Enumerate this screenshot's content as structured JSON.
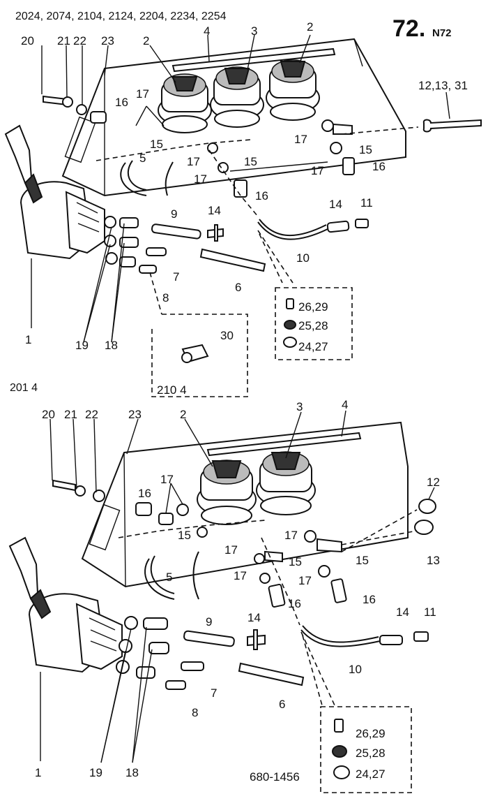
{
  "page": {
    "number": "72.",
    "suffix": "N72",
    "drawing_id": "680-1456"
  },
  "sections": {
    "top": {
      "models": "2024, 2074, 2104, 2124, 2204, 2234, 2254"
    },
    "bottom": {
      "models": "201 4"
    }
  },
  "inset": {
    "label_30": "30",
    "model": "210 4"
  },
  "callouts": {
    "top": {
      "c1": "1",
      "c2a": "2",
      "c2b": "2",
      "c3": "3",
      "c4": "4",
      "c5": "5",
      "c6": "6",
      "c7": "7",
      "c8": "8",
      "c9": "9",
      "c10": "10",
      "c11": "11",
      "c121331": "12,13, 31",
      "c14a": "14",
      "c14b": "14",
      "c15a": "15",
      "c15b": "15",
      "c15c": "15",
      "c16a": "16",
      "c16b": "16",
      "c16c": "16",
      "c17a": "17",
      "c17b": "17",
      "c17c": "17",
      "c17d": "17",
      "c17e": "17",
      "c18": "18",
      "c19": "19",
      "c20": "20",
      "c21": "21",
      "c22": "22",
      "c23": "23",
      "c2629": "26,29",
      "c2528": "25,28",
      "c2427": "24,27"
    },
    "bottom": {
      "c1": "1",
      "c2": "2",
      "c3": "3",
      "c4": "4",
      "c5": "5",
      "c6": "6",
      "c7": "7",
      "c8": "8",
      "c9": "9",
      "c10": "10",
      "c11": "11",
      "c12": "12",
      "c13": "13",
      "c14a": "14",
      "c14b": "14",
      "c15a": "15",
      "c15b": "15",
      "c15c": "15",
      "c16a": "16",
      "c16b": "16",
      "c16c": "16",
      "c17a": "17",
      "c17b": "17",
      "c17c": "17",
      "c17d": "17",
      "c17e": "17",
      "c18": "18",
      "c19": "19",
      "c20": "20",
      "c21": "21",
      "c22": "22",
      "c23": "23",
      "c2629": "26,29",
      "c2528": "25,28",
      "c2427": "24,27"
    }
  }
}
